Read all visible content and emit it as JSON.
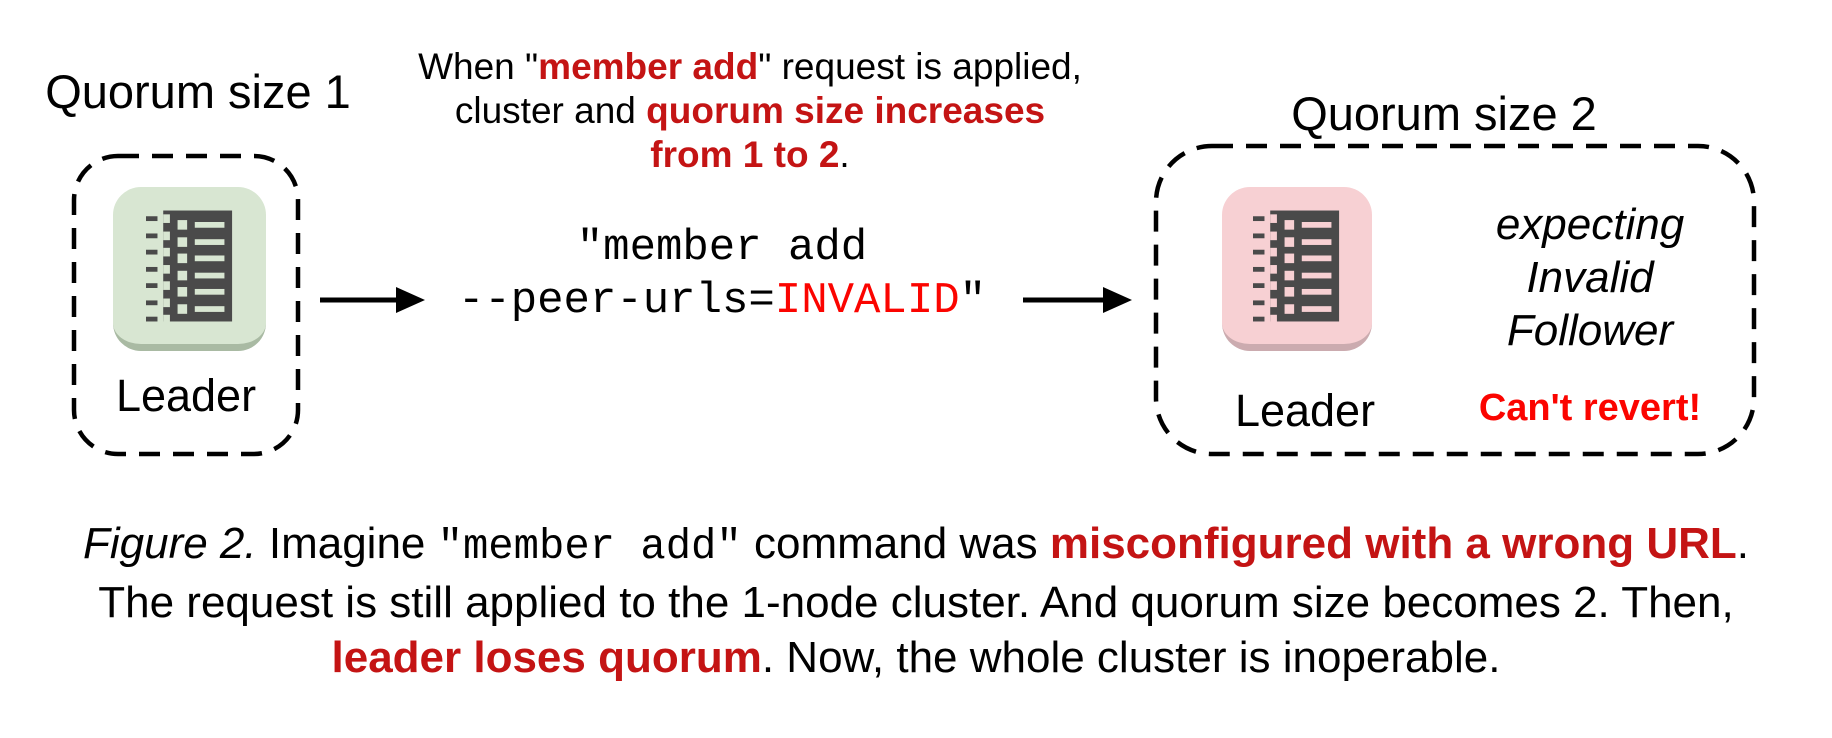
{
  "colors": {
    "red_accent": "#c41414",
    "red_bright": "#fb0400",
    "node_glyph": "#4a4a4a",
    "node_green": "#d8e6d2",
    "node_green_shadow": "#a9baa3",
    "node_pink": "#f7d0d3",
    "node_pink_shadow": "#cbabaf"
  },
  "left_cluster": {
    "title": "Quorum size 1",
    "node_label": "Leader"
  },
  "transition_note": {
    "lines": [
      [
        {
          "t": "When \""
        },
        {
          "t": "member add",
          "c": "accent"
        },
        {
          "t": "\" request is applied,"
        }
      ],
      [
        {
          "t": "cluster and "
        },
        {
          "t": "quorum size increases",
          "c": "accent"
        }
      ],
      [
        {
          "t": "from 1 to 2",
          "c": "accent"
        },
        {
          "t": "."
        }
      ]
    ]
  },
  "command": {
    "lines": [
      [
        {
          "t": "\"member add"
        }
      ],
      [
        {
          "t": "--peer-urls="
        },
        {
          "t": "INVALID",
          "c": "bright"
        },
        {
          "t": "\""
        }
      ]
    ]
  },
  "right_cluster": {
    "title": "Quorum size 2",
    "node_label": "Leader",
    "expecting_lines": [
      "expecting",
      "Invalid",
      "Follower"
    ],
    "warning": "Can't revert!"
  },
  "caption": {
    "lines": [
      [
        {
          "t": "Figure 2.",
          "c": "it"
        },
        {
          "t": " Imagine "
        },
        {
          "t": "\"member add\"",
          "c": "mono"
        },
        {
          "t": " command was "
        },
        {
          "t": "misconfigured with a wrong URL",
          "c": "accent"
        },
        {
          "t": "."
        }
      ],
      [
        {
          "t": "The request is still applied to the 1-node cluster. And quorum size becomes 2. Then,"
        }
      ],
      [
        {
          "t": "leader loses quorum",
          "c": "accent"
        },
        {
          "t": ". Now, the whole cluster is inoperable."
        }
      ]
    ]
  }
}
